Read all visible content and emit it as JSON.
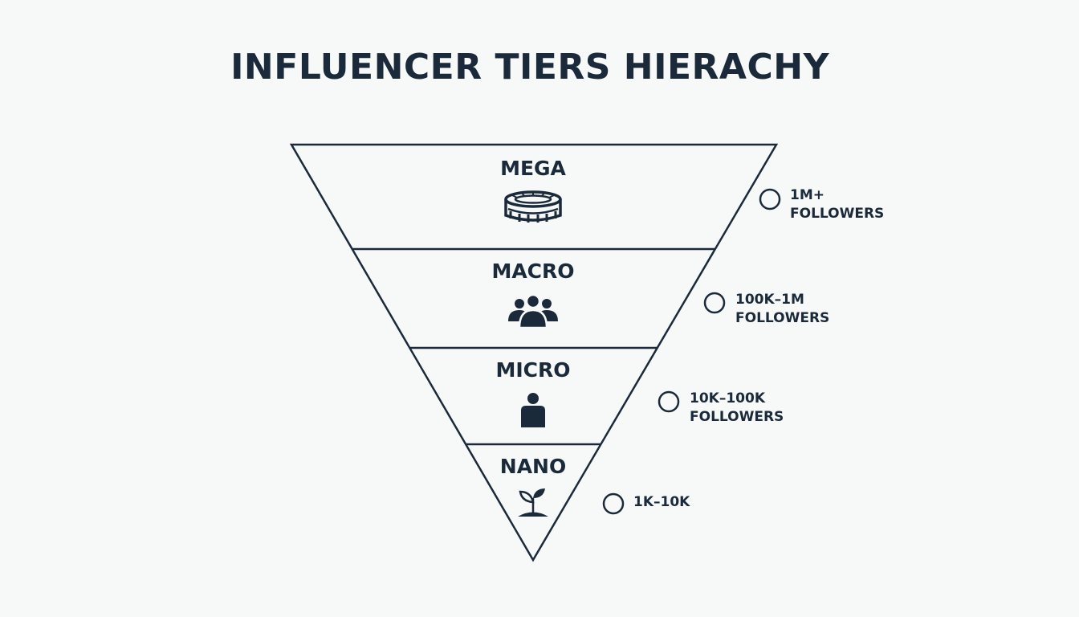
{
  "title": "INFLUENCER TIERS HIERACHY",
  "colors": {
    "ink": "#1a2a3a",
    "background": "#f7f8f8"
  },
  "tiers": [
    {
      "name": "MEGA",
      "icon": "stadium-icon",
      "count_line1": "1M+",
      "count_line2": "FOLLOWERS"
    },
    {
      "name": "MACRO",
      "icon": "group-icon",
      "count_line1": "100K–1M",
      "count_line2": "FOLLOWERS"
    },
    {
      "name": "MICRO",
      "icon": "person-icon",
      "count_line1": "10K–100K",
      "count_line2": "FOLLOWERS"
    },
    {
      "name": "NANO",
      "icon": "sprout-icon",
      "count_line1": "1K–10K",
      "count_line2": ""
    }
  ]
}
